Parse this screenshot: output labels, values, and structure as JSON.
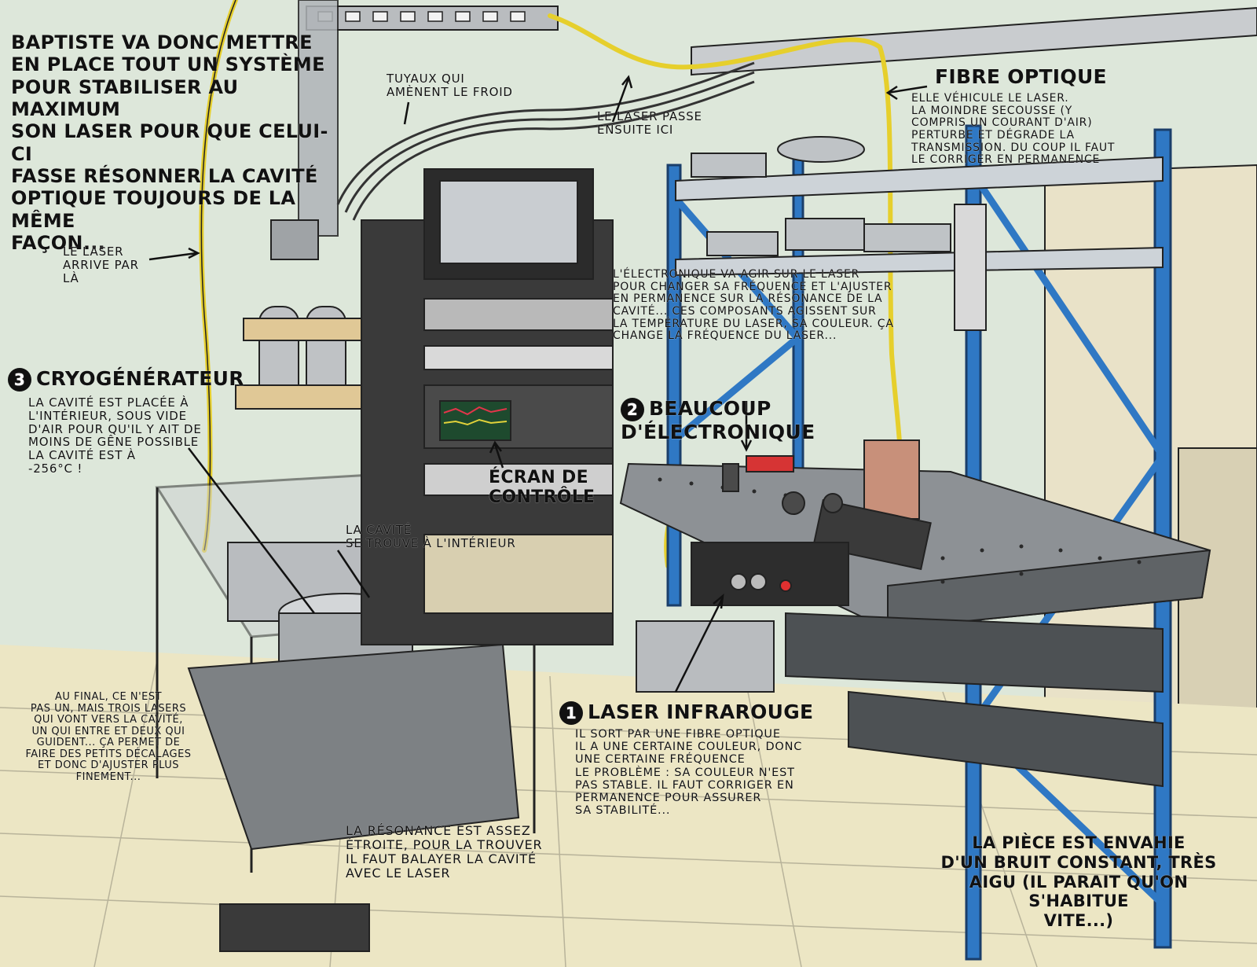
{
  "intro": "BAPTISTE VA DONC METTRE\nEN PLACE TOUT UN SYSTÈME\nPOUR STABILISER AU MAXIMUM\nSON LASER POUR QUE CELUI-CI\nFASSE RÉSONNER LA CAVITÉ\nOPTIQUE TOUJOURS DE LA MÊME\nFAÇON...",
  "pipes_label": "TUYAUX QUI\nAMÈNENT LE FROID",
  "laser_passes": "LE LASER PASSE\nENSUITE ICI",
  "laser_arrives": "LE LASER\nARRIVE PAR\nLÀ",
  "fibre": {
    "title": "FIBRE OPTIQUE",
    "text": "ELLE VÉHICULE LE LASER.\nLA MOINDRE SECOUSSE (Y\nCOMPRIS UN COURANT D'AIR)\nPERTURBE ET DÉGRADE LA\nTRANSMISSION. DU COUP IL FAUT\nLE CORRIGER EN PERMANENCE"
  },
  "electronics_note": "L'ÉLECTRONIQUE VA AGIR SUR LE LASER\nPOUR CHANGER SA FRÉQUENCE ET L'AJUSTER\nEN PERMANENCE SUR LA RÉSONANCE DE LA\nCAVITÉ... CES COMPOSANTS AGISSENT SUR\nLA TEMPÉRATURE DU LASER, SA COULEUR. ÇA\nCHANGE LA FRÉQUENCE DU LASER...",
  "cryo": {
    "number": "3",
    "title": "CRYOGÉNÉRATEUR",
    "text": "LA CAVITÉ EST PLACÉE À\nL'INTÉRIEUR, SOUS VIDE\nD'AIR POUR QU'IL Y AIT DE\nMOINS DE GÊNE POSSIBLE\nLA CAVITÉ EST À\n-256°C !"
  },
  "electronics": {
    "number": "2",
    "title": "BEAUCOUP D'ÉLECTRONIQUE"
  },
  "screen_label": "ÉCRAN DE\nCONTRÔLE",
  "cavity_inside": "LA CAVITÉ\nSE TROUVE À L'INTÉRIEUR",
  "three_lasers": "AU FINAL, CE N'EST\nPAS UN, MAIS TROIS LASERS\nQUI VONT VERS LA CAVITÉ,\nUN QUI ENTRE ET DEUX QUI\nGUIDENT... ÇA PERMET DE\nFAIRE DES PETITS DÉCALAGES\nET DONC D'AJUSTER PLUS\nFINEMENT...",
  "laser_ir": {
    "number": "1",
    "title": "LASER INFRAROUGE",
    "text": "IL SORT PAR UNE FIBRE OPTIQUE\nIL A UNE CERTAINE COULEUR, DONC\nUNE CERTAINE FRÉQUENCE\nLE PROBLÈME : SA COULEUR N'EST\nPAS STABLE. IL FAUT CORRIGER EN\nPERMANENCE POUR ASSURER\nSA STABILITÉ..."
  },
  "resonance": "LA RÉSONANCE EST ASSEZ\nÉTROITE, POUR LA TROUVER\nIL FAUT BALAYER LA CAVITÉ\nAVEC LE LASER",
  "noise": "LA PIÈCE EST ENVAHIE\nD'UN BRUIT CONSTANT, TRÈS\nAIGU (IL PARAIT QU'ON S'HABITUE\nVITE...)",
  "colors": {
    "wall": "#dfe8dc",
    "floor": "#ece6c4",
    "rack_blue": "#2f78c4",
    "fibre_yellow": "#e8d23a",
    "metal": "#9a9fa3",
    "dark_rack": "#3c3c3c"
  }
}
